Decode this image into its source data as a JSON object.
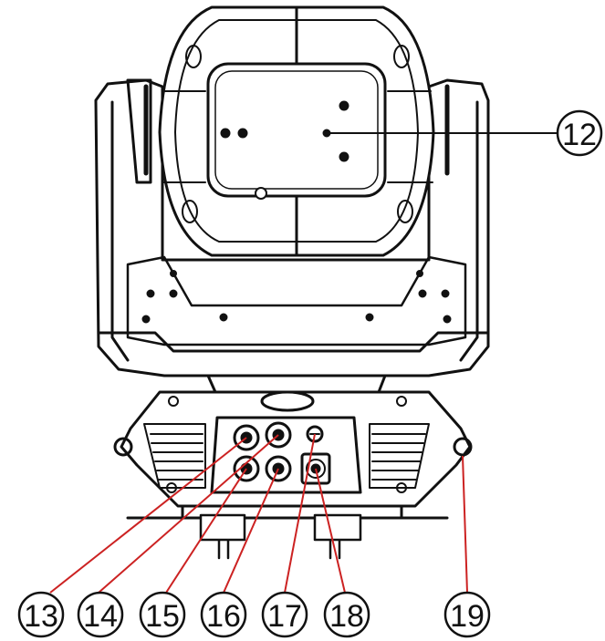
{
  "callouts": [
    {
      "id": "c12",
      "label": "12"
    },
    {
      "id": "c13",
      "label": "13"
    },
    {
      "id": "c14",
      "label": "14"
    },
    {
      "id": "c15",
      "label": "15"
    },
    {
      "id": "c16",
      "label": "16"
    },
    {
      "id": "c17",
      "label": "17"
    },
    {
      "id": "c18",
      "label": "18"
    },
    {
      "id": "c19",
      "label": "19"
    }
  ],
  "colors": {
    "outline": "#111111",
    "leader_black": "#111111",
    "leader_red": "#cc2222"
  }
}
